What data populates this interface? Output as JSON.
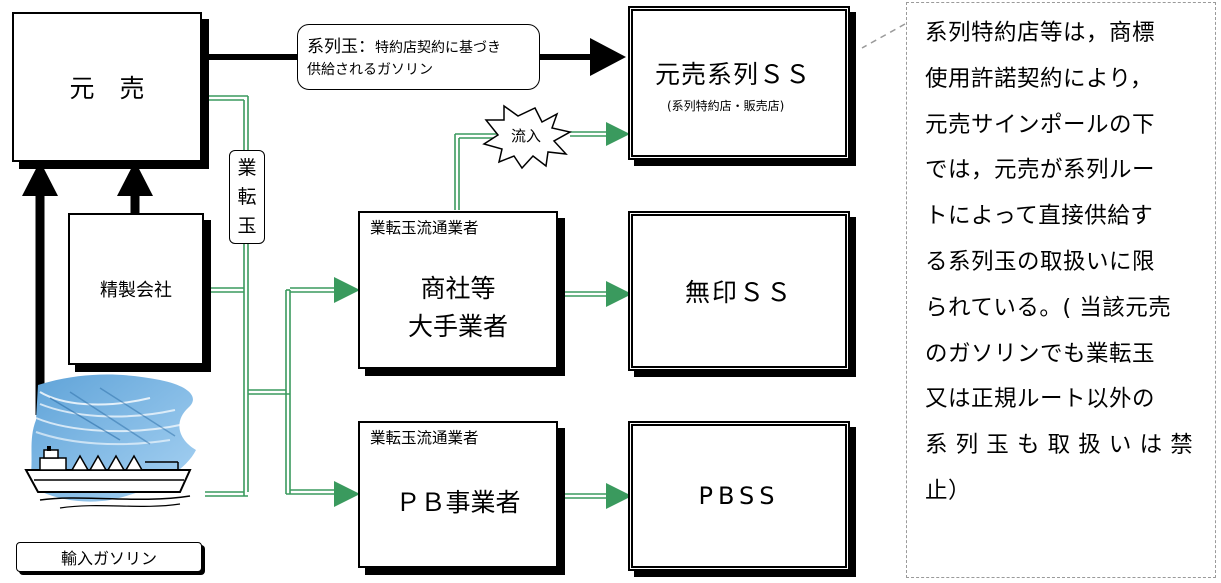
{
  "motouri": "元　売",
  "seisei": "精製会社",
  "yunyu": "輸入ガソリン",
  "gyoten_chars": [
    "業",
    "転",
    "玉"
  ],
  "callout": {
    "title": "系列玉：",
    "desc": "特約店契約に基づき",
    "line2": "供給されるガソリン"
  },
  "ryunyu": "流入",
  "keiretsu_ss": {
    "title": "元売系列ＳＳ",
    "sub": "(系列特約店・販売店)"
  },
  "shosha": {
    "caption": "業転玉流通業者",
    "line1": "商社等",
    "line2": "大手業者"
  },
  "pb": {
    "caption": "業転玉流通業者",
    "name": "ＰＢ事業者"
  },
  "mujirushi": "無印ＳＳ",
  "pbss": "PBSS",
  "note_lines": [
    "系列特約店等は，商標",
    "使用許諾契約により，",
    "元売サインポールの下",
    "では，元売が系列ルー",
    "トによって直接供給す",
    "る系列玉の取扱いに限",
    "られている。( 当該元売",
    "のガソリンでも業転玉",
    "又は正規ルート以外の",
    "系 列 玉 も 取 扱 い は 禁",
    "止）"
  ],
  "colors": {
    "green": "#3a9a5e",
    "black": "#000000"
  },
  "icons": [
    "tanker-ship-icon"
  ]
}
